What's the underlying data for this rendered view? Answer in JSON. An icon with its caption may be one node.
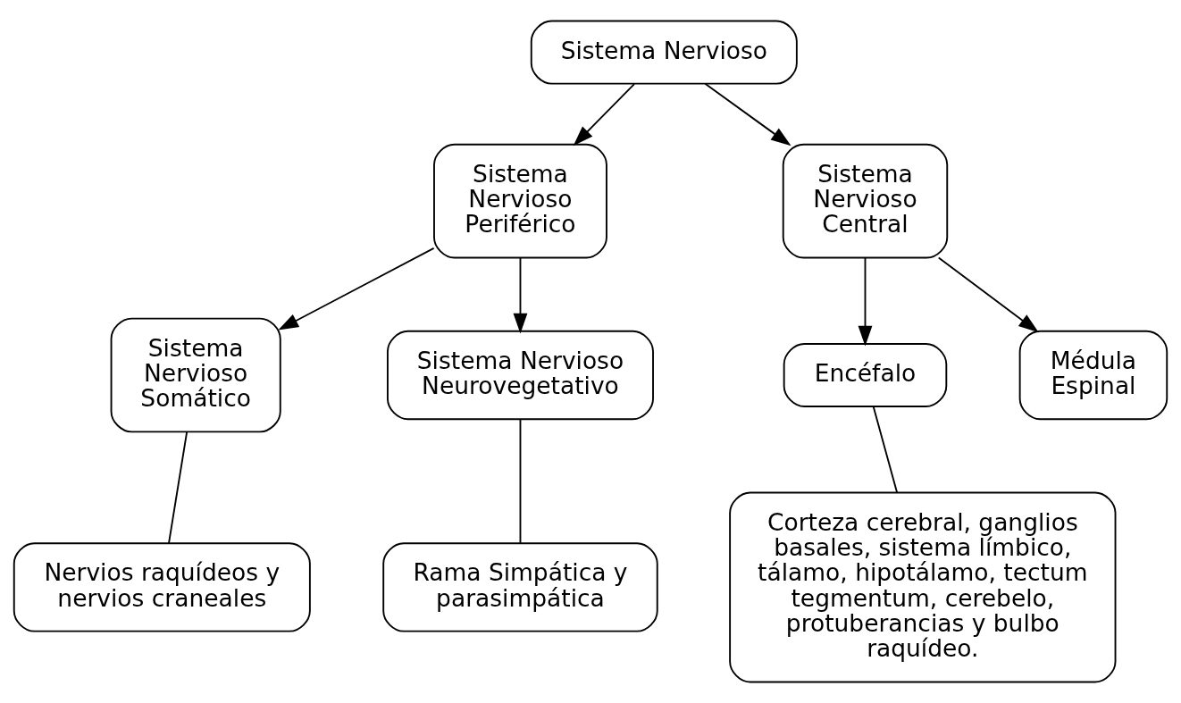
{
  "diagram": {
    "nodes": [
      {
        "text": [
          "Sistema Nervioso"
        ]
      },
      {
        "text": [
          "Sistema Nervioso Periférico"
        ]
      },
      {
        "text": [
          "Sistema Nervioso Central"
        ]
      },
      {
        "text": [
          "Sistema Nervioso Somático"
        ]
      },
      {
        "text": [
          "Sistema Nervioso Neurovegetativo"
        ]
      },
      {
        "text": [
          "Encéfalo"
        ]
      },
      {
        "text": [
          "Médula Espinal"
        ]
      },
      {
        "text": [
          "Nervios raquídeos y nervios craneales"
        ]
      },
      {
        "text": [
          "Rama Simpática y parasimpática"
        ]
      },
      {
        "text": [
          "Corteza cerebral, ganglios basales, sistema límbico, tálamo, hipotálamo, tectum tegmentum, cerebelo, protuberancias y bulbo raquídeo."
        ]
      }
    ],
    "edges": [
      {
        "from": 0,
        "to": 1,
        "arrow": "to"
      },
      {
        "from": 0,
        "to": 2,
        "arrow": "to"
      },
      {
        "from": 1,
        "to": 3,
        "arrow": "to"
      },
      {
        "from": 1,
        "to": 4,
        "arrow": "to"
      },
      {
        "from": 2,
        "to": 5,
        "arrow": "to"
      },
      {
        "from": 2,
        "to": 6,
        "arrow": "to"
      },
      {
        "from": 3,
        "to": 7,
        "arrow": "none"
      },
      {
        "from": 4,
        "to": 8,
        "arrow": "none"
      },
      {
        "from": 5,
        "to": 9,
        "arrow": "none"
      }
    ]
  }
}
